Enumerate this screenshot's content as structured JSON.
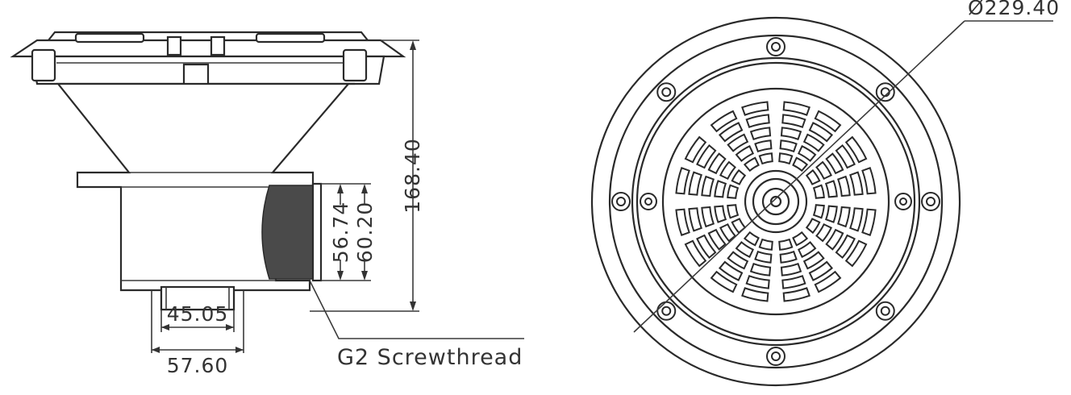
{
  "dimensions": {
    "overall_height": "168.40",
    "thread_inner": "56.74",
    "thread_outer": "60.20",
    "outlet_inner": "45.05",
    "outlet_outer": "57.60",
    "face_diameter": "Ø229.40"
  },
  "labels": {
    "thread": "G2 Screwthread"
  },
  "colors": {
    "line": "#2a2a2a",
    "thread_fill": "#4a4a4a",
    "text": "#333333"
  },
  "views": [
    "side-section-view",
    "front-grate-view"
  ]
}
